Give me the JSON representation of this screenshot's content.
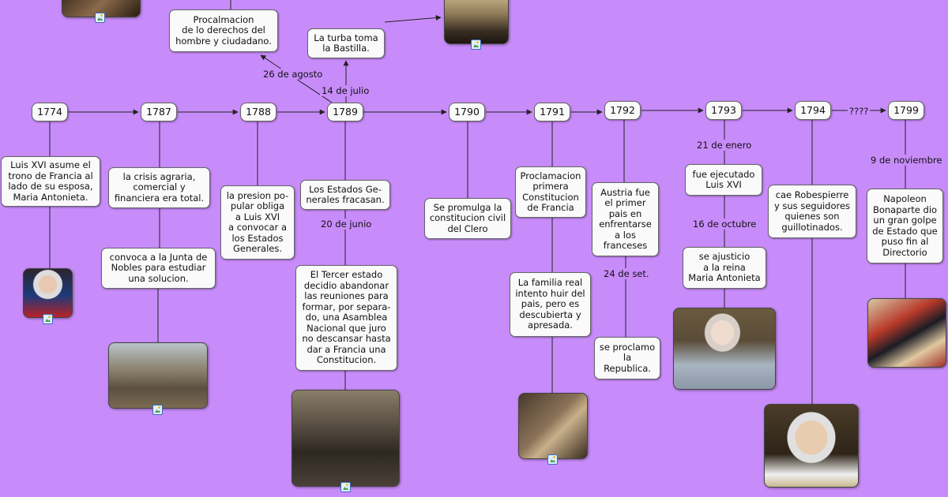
{
  "timeline": {
    "years": [
      "1774",
      "1787",
      "1788",
      "1789",
      "1790",
      "1791",
      "1792",
      "1793",
      "1794",
      "1799"
    ],
    "unknown_label": "????"
  },
  "events": {
    "e1774": "Luis XVI asume el\ntrono de Francia al\nlado de su esposa,\nMaria Antonieta.",
    "e1787a": "la crisis agraria,\ncomercial y\nfinanciera era total.",
    "e1787b": "convoca a la Junta de\nNobles para estudiar\nuna solucion.",
    "e1788": "la presion po-\npular obliga\na Luis XVI\na convocar a\nlos Estados\nGenerales.",
    "e1789_aug": "Procalmacion\nde lo derechos del\nhombre y ciudadano.",
    "e1789_jul": "La turba toma\nla Bastilla.",
    "e1789_fail": "Los Estados Ge-\nnerales fracasan.",
    "e1789_jun": "El Tercer estado\ndecidio abandonar\nlas reuniones para\nformar, por separa-\ndo, una Asamblea\nNacional que juro\nno descansar hasta\ndar a Francia una\nConstitucion.",
    "e1790": "Se promulga la\nconstitucion civil\ndel Clero",
    "e1791a": "Proclamacion\nprimera\nConstitucion\nde Francia",
    "e1791b": "La familia real\nintento huir del\npais, pero es\ndescubierta y\napresada.",
    "e1792a": "Austria fue\nel primer\npais en\nenfrentarse\na los\nfranceses",
    "e1792b": "se proclamo\nla\nRepublica.",
    "e1793a": "fue ejecutado\nLuis XVI",
    "e1793b": "se ajusticio\na la reina\nMaria Antonieta",
    "e1794": "cae Robespierre\ny sus seguidores\nquienes son\nguillotinados.",
    "e1799": "Napoleon\nBonaparte dio\nun gran golpe\nde Estado que\npuso fin al\nDirectorio"
  },
  "labels": {
    "aug26": "26 de agosto",
    "jul14": "14 de julio",
    "jun20": "20 de junio",
    "jan21": "21 de enero",
    "oct16": "16 de octubre",
    "sep24": "24 de set.",
    "nov9": "9 de noviembre"
  },
  "colors": {
    "background": "#c88cfa",
    "node_fill": "#fafafa",
    "node_border": "#666666",
    "connector": "#222222"
  },
  "images": [
    {
      "name": "painting-top-left-image"
    },
    {
      "name": "bastille-storming-image"
    },
    {
      "name": "luis-xvi-portrait-image"
    },
    {
      "name": "junta-nobles-image"
    },
    {
      "name": "asamblea-nacional-image"
    },
    {
      "name": "royal-family-image"
    },
    {
      "name": "maria-antonieta-portrait-image"
    },
    {
      "name": "robespierre-portrait-image"
    },
    {
      "name": "napoleon-portrait-image"
    }
  ]
}
